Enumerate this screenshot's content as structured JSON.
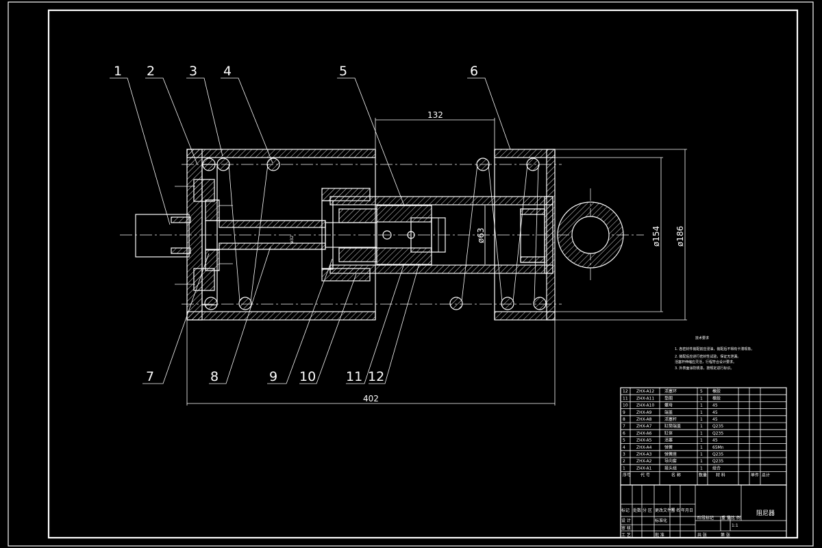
{
  "drawing": {
    "part_labels": [
      "1",
      "2",
      "3",
      "4",
      "5",
      "6",
      "7",
      "8",
      "9",
      "10",
      "11",
      "12"
    ],
    "dimensions": {
      "top_width": "132",
      "overall_length": "402",
      "bore_dia": "ø63",
      "inner_dia": "ø154",
      "outer_dia": "ø186",
      "small_dia": "ø32"
    },
    "notes": {
      "title": "技术要求",
      "lines": [
        "1. 各密封件装配前应浸油，装配后不得有卡滞现象。",
        "2. 装配后应进行密封性试验，保证无泄漏。",
        "   活塞杆伸缩应灵活，行程符合设计要求。",
        "3. 外表面涂防锈漆，按规定进行标识。"
      ]
    },
    "bom": [
      {
        "no": "12",
        "code": "ZHX-A12",
        "name": "活塞环",
        "qty": "5",
        "mat": "橡胶"
      },
      {
        "no": "11",
        "code": "ZHX-A11",
        "name": "垫圈",
        "qty": "1",
        "mat": "橡胶"
      },
      {
        "no": "10",
        "code": "ZHX-A10",
        "name": "螺母",
        "qty": "1",
        "mat": "45"
      },
      {
        "no": "9",
        "code": "ZHX-A9",
        "name": "端盖",
        "qty": "1",
        "mat": "45"
      },
      {
        "no": "8",
        "code": "ZHX-A8",
        "name": "活塞杆",
        "qty": "1",
        "mat": "45"
      },
      {
        "no": "7",
        "code": "ZHX-A7",
        "name": "缸筒端盖",
        "qty": "1",
        "mat": "Q235"
      },
      {
        "no": "6",
        "code": "ZHX-A6",
        "name": "缸体",
        "qty": "1",
        "mat": "Q235"
      },
      {
        "no": "5",
        "code": "ZHX-A5",
        "name": "活塞",
        "qty": "1",
        "mat": "45"
      },
      {
        "no": "4",
        "code": "ZHX-A4",
        "name": "弹簧",
        "qty": "1",
        "mat": "65Mn"
      },
      {
        "no": "3",
        "code": "ZHX-A3",
        "name": "弹簧座",
        "qty": "1",
        "mat": "Q235"
      },
      {
        "no": "2",
        "code": "ZHX-A2",
        "name": "导向套",
        "qty": "1",
        "mat": "Q235"
      },
      {
        "no": "1",
        "code": "ZHX-A1",
        "name": "接头组",
        "qty": "1",
        "mat": "组合"
      }
    ],
    "bom_header": {
      "no": "序号",
      "code": "代 号",
      "name": "名 称",
      "qty": "数量",
      "mat": "材 料",
      "w1": "单件",
      "w2": "总计"
    },
    "title_block": {
      "drawing_name": "阻尼器",
      "row1": [
        "标记",
        "处数",
        "分 区",
        "更改文件号",
        "签 名",
        "年月日"
      ],
      "designer": "设 计",
      "standard": "标准化",
      "stage": "阶段标记",
      "weight": "重 量",
      "scale": "比 例",
      "scale_val": "1:1",
      "review": "审 核",
      "process": "工 艺",
      "approve": "批 准",
      "sheet": "共  张",
      "page": "第  张"
    }
  }
}
